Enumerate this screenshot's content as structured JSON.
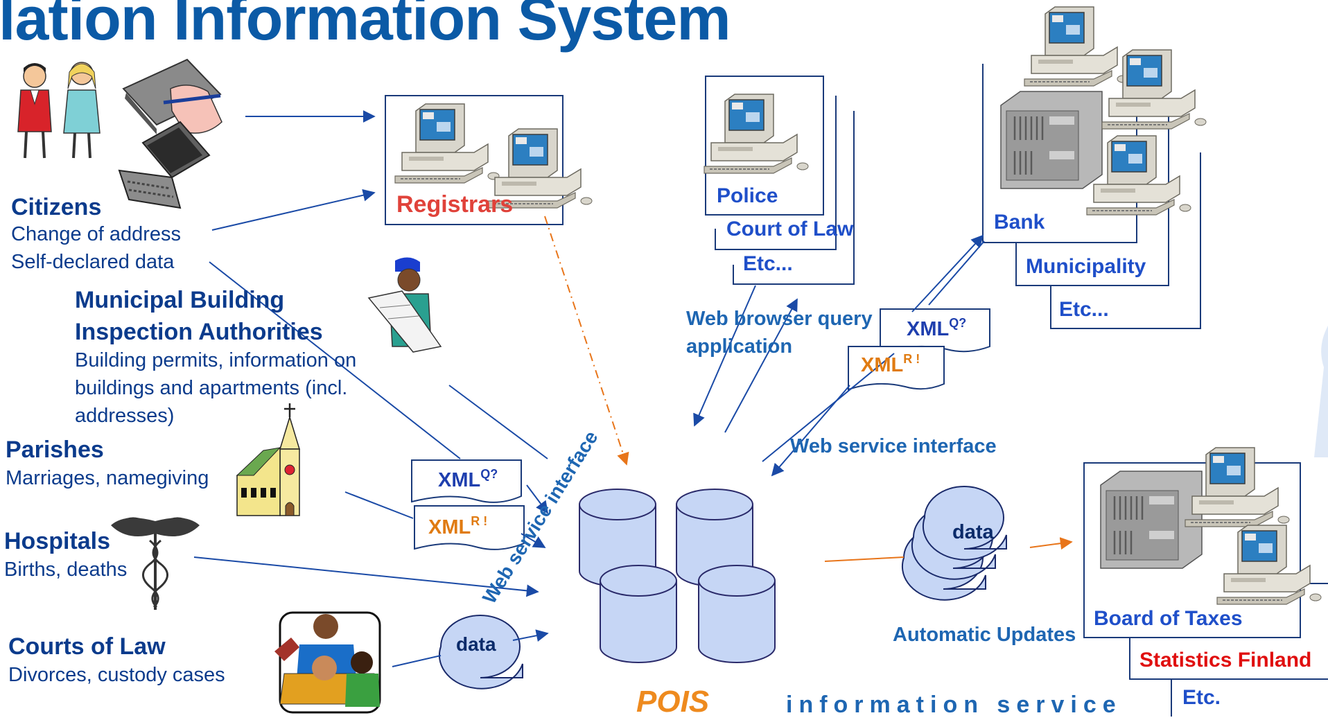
{
  "title": "lation Information System",
  "sources": [
    {
      "name": "Citizens",
      "lines": [
        "Change of address",
        "Self-declared data"
      ]
    },
    {
      "name_lines": [
        "Municipal Building",
        "Inspection Authorities"
      ],
      "lines": [
        "Building permits, information on",
        "buildings and apartments (incl.",
        "addresses)"
      ]
    },
    {
      "name": "Parishes",
      "lines": [
        "Marriages, namegiving"
      ]
    },
    {
      "name": "Hospitals",
      "lines": [
        "Births, deaths"
      ]
    },
    {
      "name": "Courts of Law",
      "lines": [
        "Divorces, custody cases"
      ]
    }
  ],
  "registrars": "Registrars",
  "web_service_interface": "Web service interface",
  "xml_query": {
    "text": "XML",
    "sup": "Q?"
  },
  "xml_response": {
    "text": "XML",
    "sup": "R !"
  },
  "data_label": "data",
  "pois": "POIS",
  "query_clients": [
    "Police",
    "Court of Law",
    "Etc..."
  ],
  "web_browser_query": [
    "Web browser query",
    "application"
  ],
  "bank_clients": [
    "Bank",
    "Municipality",
    "Etc..."
  ],
  "automatic_updates": "Automatic Updates",
  "update_clients": [
    "Board of Taxes",
    "Statistics Finland",
    "Etc."
  ],
  "information_service": "information service",
  "colors": {
    "title": "#0b5aa6",
    "heading": "#0b3b8c",
    "registrars": "#e0423a",
    "xml_response": "#e07b12",
    "pois": "#ee8a1e",
    "statistics": "#e00f0f",
    "cylinder": "#c6d6f5",
    "connector": "#1a4aa6",
    "update_arrow": "#e8751a"
  },
  "icons": [
    "people-icon",
    "handwriting-icon",
    "laptop-icon",
    "computer-icon",
    "server-rack-icon",
    "builder-icon",
    "church-icon",
    "caduceus-icon",
    "court-people-icon",
    "database-cylinder-icon"
  ]
}
